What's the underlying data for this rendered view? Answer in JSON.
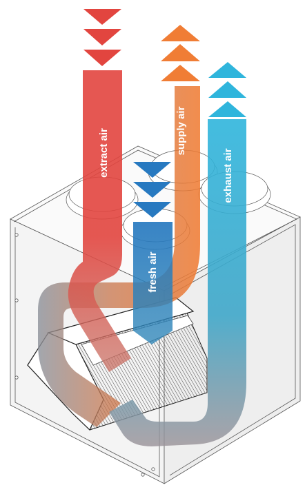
{
  "diagram": {
    "flows": {
      "extract": {
        "label": "extract air",
        "color": "#e2453f"
      },
      "supply": {
        "label": "supply air",
        "color": "#f07d35"
      },
      "exhaust": {
        "label": "exhaust air",
        "color": "#2fb5dc"
      },
      "fresh": {
        "label": "fresh air",
        "color": "#2779c0"
      }
    }
  }
}
